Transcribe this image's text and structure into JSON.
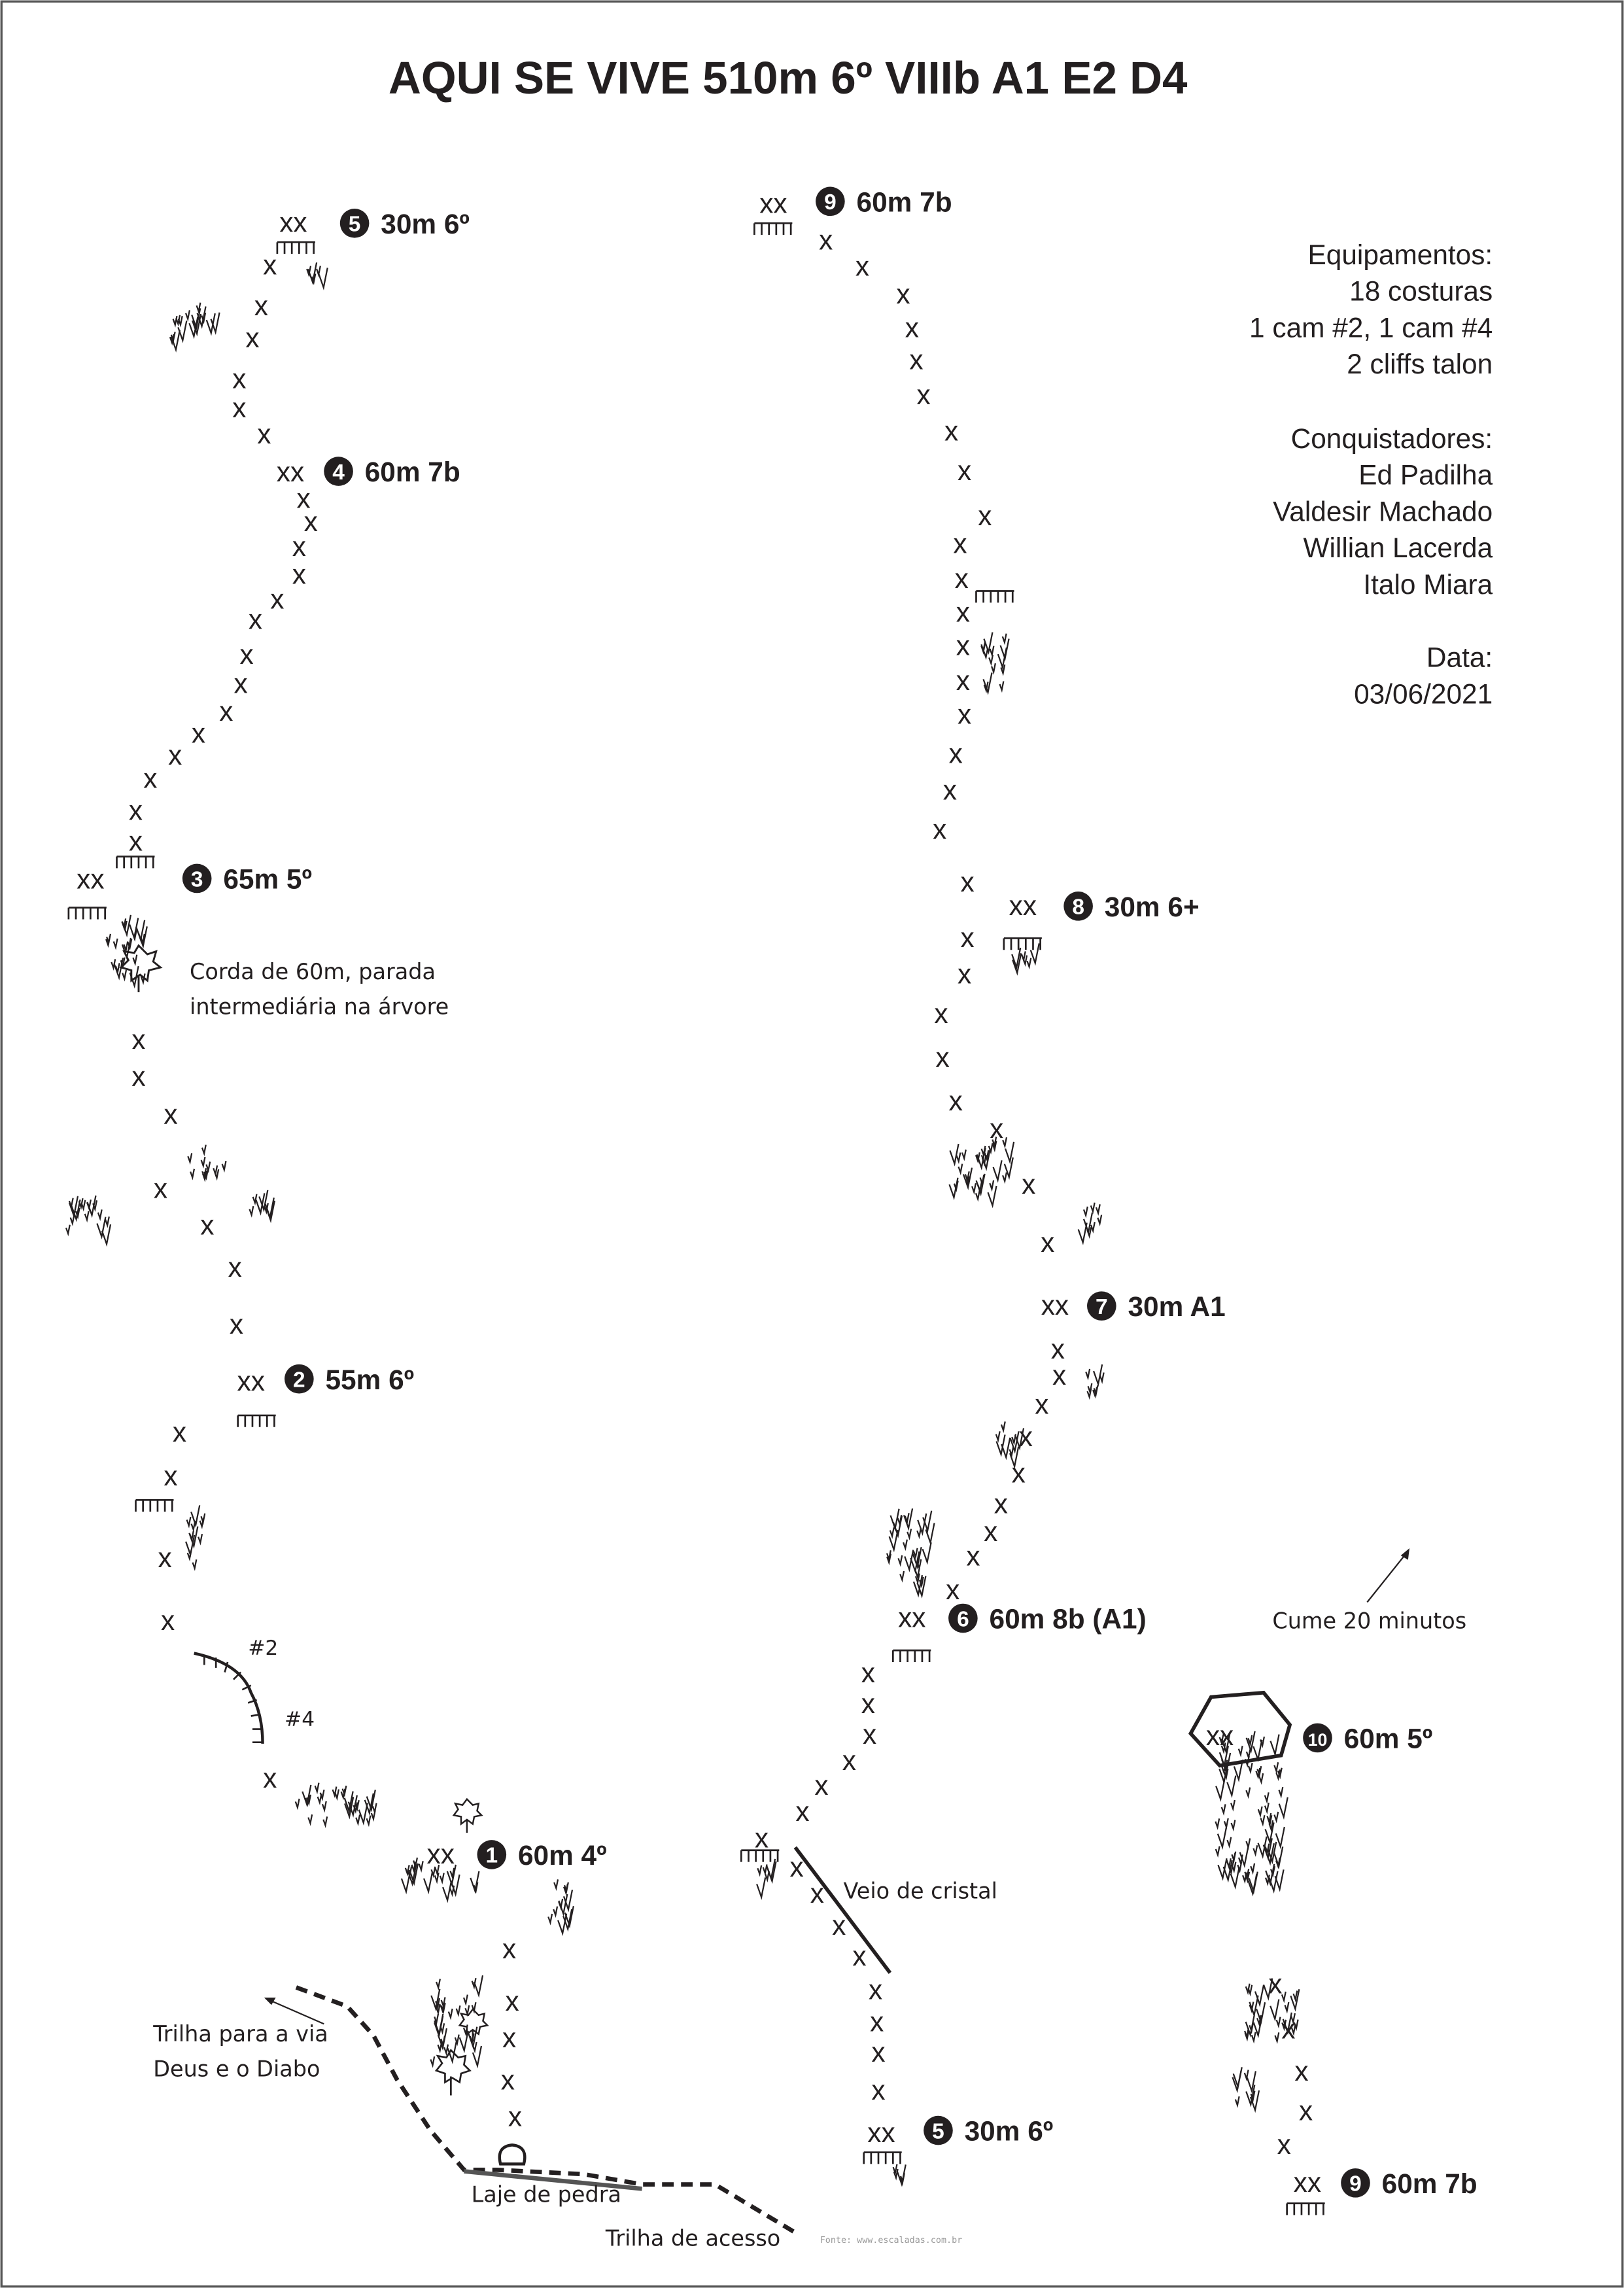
{
  "title": "AQUI SE VIVE 510m 6º VIIIb A1 E2 D4",
  "info": {
    "equipment_heading": "Equipamentos:",
    "equipment": [
      "18 costuras",
      "1 cam #2, 1 cam #4",
      "2 cliffs talon"
    ],
    "first_ascent_heading": "Conquistadores:",
    "first_ascent": [
      "Ed Padilha",
      "Valdesir Machado",
      "Willian Lacerda",
      "Italo Miara"
    ],
    "date_heading": "Data:",
    "date": "03/06/2021"
  },
  "pitches": [
    {
      "num": "1",
      "desc": "60m 4º"
    },
    {
      "num": "2",
      "desc": "55m 6º"
    },
    {
      "num": "3",
      "desc": "65m 5º"
    },
    {
      "num": "4",
      "desc": "60m 7b"
    },
    {
      "num": "5",
      "desc": "30m 6º"
    },
    {
      "num": "5",
      "desc": "30m 6º"
    },
    {
      "num": "6",
      "desc": "60m 8b (A1)"
    },
    {
      "num": "7",
      "desc": "30m A1"
    },
    {
      "num": "8",
      "desc": "30m 6+"
    },
    {
      "num": "9",
      "desc": "60m 7b"
    },
    {
      "num": "10",
      "desc": "60m 5º"
    },
    {
      "num": "9",
      "desc": "60m 7b"
    }
  ],
  "bolt_symbol": "x",
  "belay_symbol": "xx",
  "notes": {
    "tree_belay": [
      "Corda de 60m, parada",
      "intermediária na árvore"
    ],
    "cam2": "#2",
    "cam4": "#4",
    "crystal_vein": "Veio de cristal",
    "other_trail": [
      "Trilha para a via",
      "Deus e o Diabo"
    ],
    "rock_slab": "Laje de pedra",
    "access_trail": "Trilha de acesso",
    "summit": "Cume 20 minutos",
    "watermark": "Fonte: www.escaladas.com.br"
  }
}
